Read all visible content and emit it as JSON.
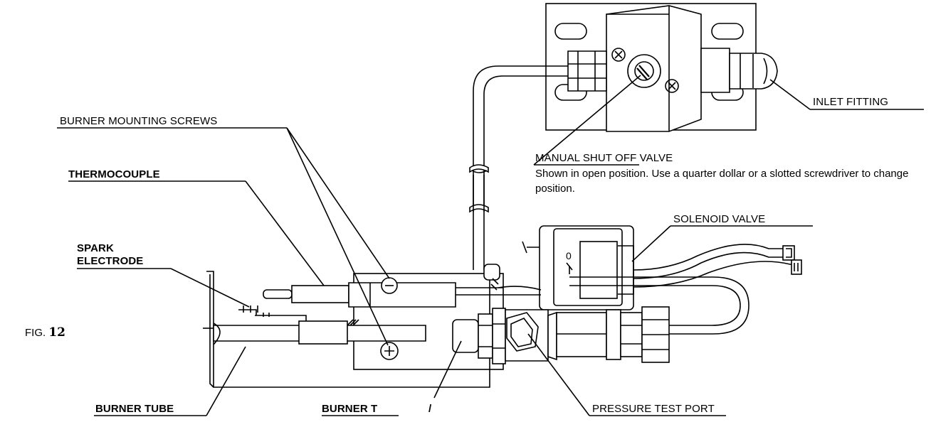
{
  "figure": {
    "prefix": "FIG.",
    "number": "12"
  },
  "labels": {
    "burner_mounting_screws": "BURNER MOUNTING SCREWS",
    "thermocouple": "THERMOCOUPLE",
    "spark_electrode_line1": "SPARK",
    "spark_electrode_line2": "ELECTRODE",
    "inlet_fitting": "INLET FITTING",
    "manual_shut_off_valve": "MANUAL SHUT OFF VALVE",
    "manual_shut_off_note": "Shown in open position. Use a quarter dollar or a slotted screwdriver to change position.",
    "solenoid_valve": "SOLENOID VALVE",
    "burner_tube": "BURNER TUBE",
    "burner_orifice": "BURNER T",
    "burner_orifice_mark": "/",
    "pressure_test_port": "PRESSURE TEST PORT"
  }
}
